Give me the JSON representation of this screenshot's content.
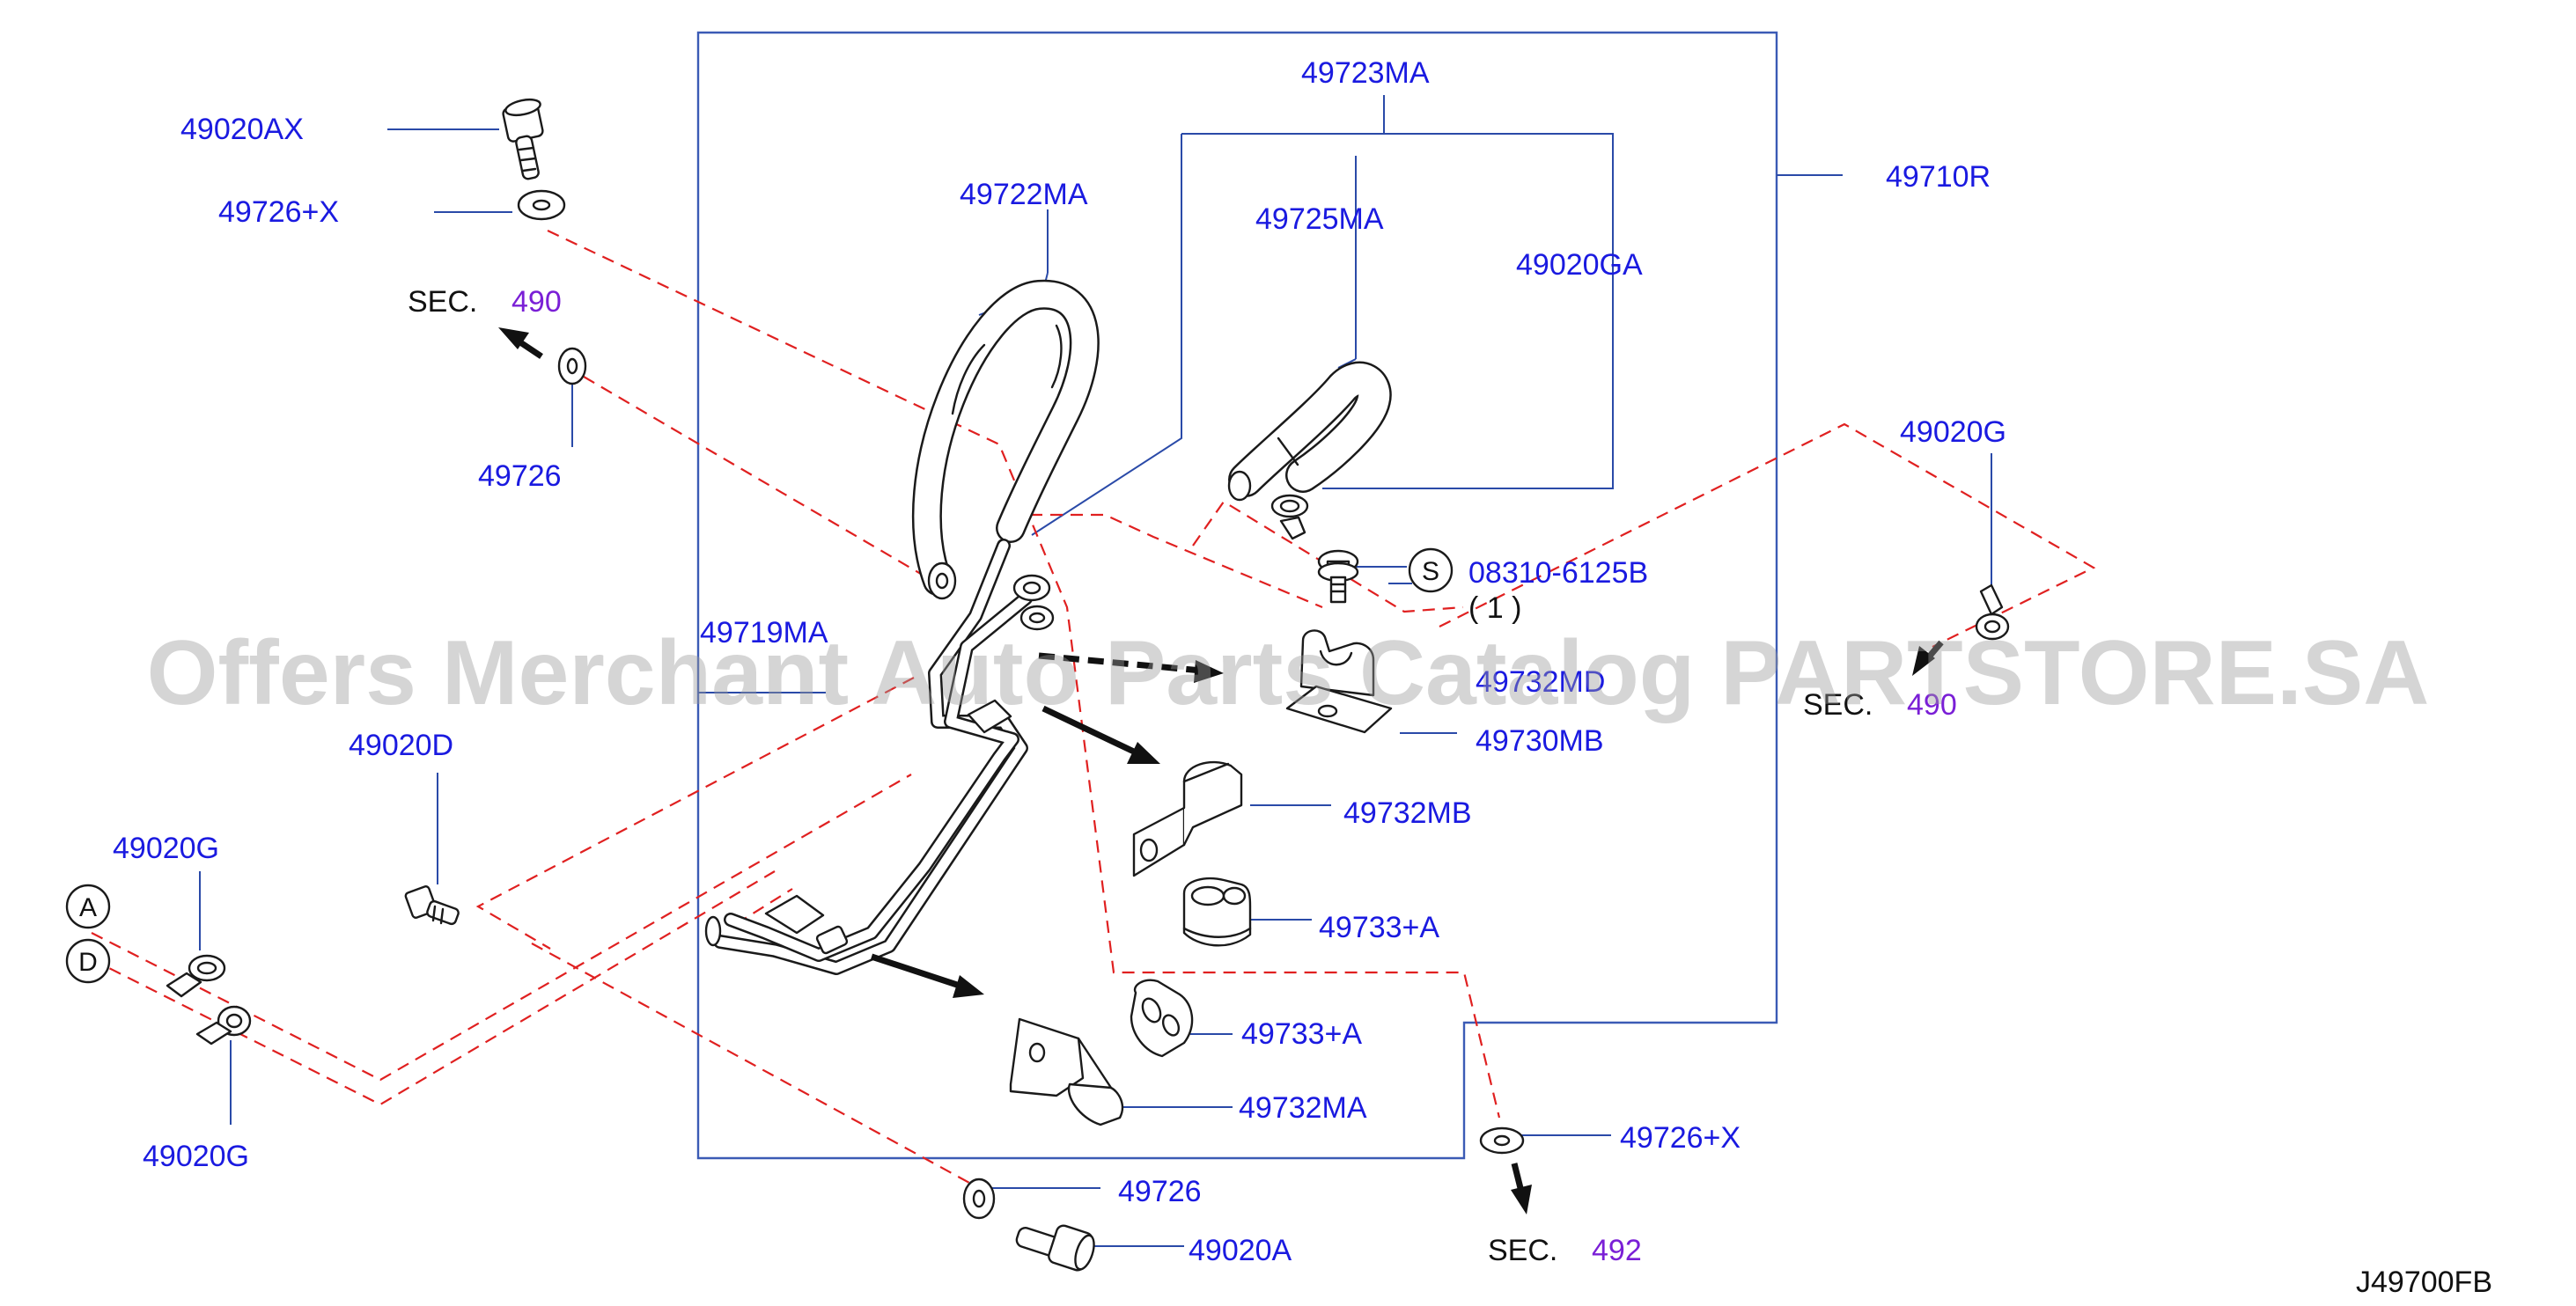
{
  "diagram_id": "J49700FB",
  "watermark": "Offers Merchant Auto Parts Catalog PARTSTORE.SA",
  "parts": {
    "p_49020AX": "49020AX",
    "p_49726X_top": "49726+X",
    "p_49726_left": "49726",
    "p_49722MA": "49722MA",
    "p_49723MA": "49723MA",
    "p_49725MA": "49725MA",
    "p_49020GA": "49020GA",
    "p_49710R": "49710R",
    "p_49020G_right": "49020G",
    "p_08310": "08310-6125B",
    "p_08310_qty": "( 1 )",
    "p_49719MA": "49719MA",
    "p_49732MD": "49732MD",
    "p_49730MB": "49730MB",
    "p_49732MB": "49732MB",
    "p_49733A_1": "49733+A",
    "p_49733A_2": "49733+A",
    "p_49732MA": "49732MA",
    "p_49020D": "49020D",
    "p_49020G_left_top": "49020G",
    "p_49020G_left_bottom": "49020G",
    "p_49726_bottom": "49726",
    "p_49020A": "49020A",
    "p_49726X_bottom": "49726+X"
  },
  "section_refs": {
    "sec_label": "SEC.",
    "sec_left_num": "490",
    "sec_right_num": "490",
    "sec_bottom_num": "492"
  },
  "markers": {
    "marker_s": "S",
    "marker_a": "A",
    "marker_d": "D"
  },
  "colors": {
    "part_number": "#1a1ae0",
    "section_number": "#7a1fd6",
    "leader_line": "#2a4aa8",
    "phantom_line": "#e02020",
    "outline": "#1a1a1a"
  }
}
